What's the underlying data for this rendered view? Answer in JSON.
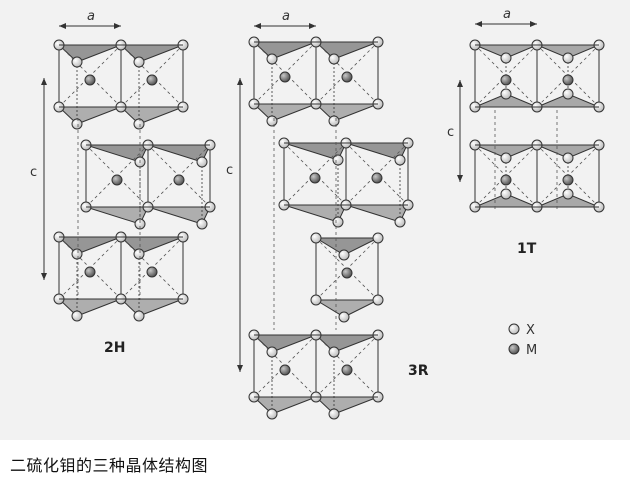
{
  "figure": {
    "structures": [
      {
        "label": "2H",
        "axis_a": "a",
        "axis_c": "c"
      },
      {
        "label": "3R",
        "axis_a": "a",
        "axis_c": "c"
      },
      {
        "label": "1T",
        "axis_a": "a",
        "axis_c": "c"
      }
    ],
    "legend": [
      {
        "symbol": "X",
        "meaning": "X",
        "color": "#dcdcdc"
      },
      {
        "symbol": "M",
        "meaning": "M",
        "color": "#8a8a8a"
      }
    ]
  },
  "caption": "二硫化钼的三种晶体结构图",
  "colors": {
    "line": "#444444",
    "fill": "#777777",
    "bg_shade": "#ececec"
  }
}
